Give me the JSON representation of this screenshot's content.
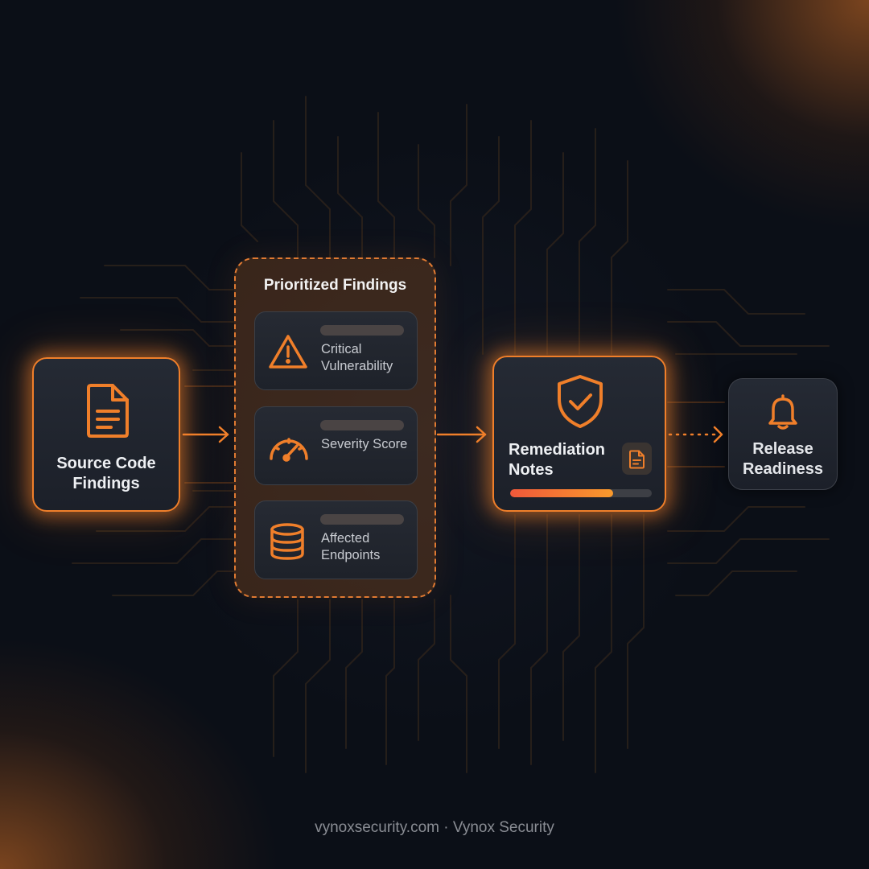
{
  "colors": {
    "accent": "#f07f2a",
    "background": "#0b0f17",
    "card": "#232730",
    "group_fill": "#5a3518"
  },
  "source": {
    "title": "Source Code Findings",
    "icon": "document-icon"
  },
  "group": {
    "title": "Prioritized Findings",
    "items": [
      {
        "label": "Critical Vulnerability",
        "icon": "warning-triangle-icon"
      },
      {
        "label": "Severity Score",
        "icon": "gauge-icon"
      },
      {
        "label": "Affected Endpoints",
        "icon": "database-icon"
      }
    ]
  },
  "remediation": {
    "title": "Remediation Notes",
    "icon": "shield-check-icon",
    "badge_icon": "document-icon",
    "progress": 0.73
  },
  "release": {
    "title": "Release Readiness",
    "icon": "bell-icon"
  },
  "footer": "vynoxsecurity.com · Vynox Security"
}
